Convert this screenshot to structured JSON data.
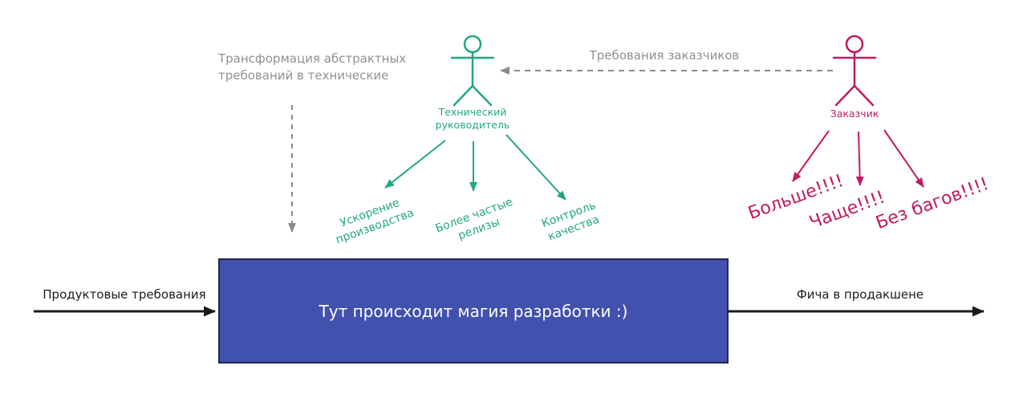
{
  "palette": {
    "green": "#23a87c",
    "pink": "#c01a5f",
    "gray": "#919191",
    "black": "#1a1a1a",
    "box_fill": "#4251ae",
    "box_border": "#23284e",
    "box_text_color": "#ffffff"
  },
  "notes": {
    "transformation": "Трансформация абстрактных требований в технические",
    "customer_requirements": "Требования заказчиков"
  },
  "actors": {
    "tech_lead": {
      "label": "Технический руководитель"
    },
    "customer": {
      "label": "Заказчик"
    }
  },
  "tech_lead_goals": [
    {
      "label": "Ускорение производства"
    },
    {
      "label": "Более частые релизы"
    },
    {
      "label": "Контроль качества"
    }
  ],
  "customer_demands": [
    {
      "label": "Больше!!!!"
    },
    {
      "label": "Чаще!!!!"
    },
    {
      "label": "Без багов!!!!"
    }
  ],
  "flow": {
    "input_label": "Продуктовые требования",
    "box_label": "Тут происходит магия разработки :)",
    "output_label": "Фича в продакшене"
  }
}
